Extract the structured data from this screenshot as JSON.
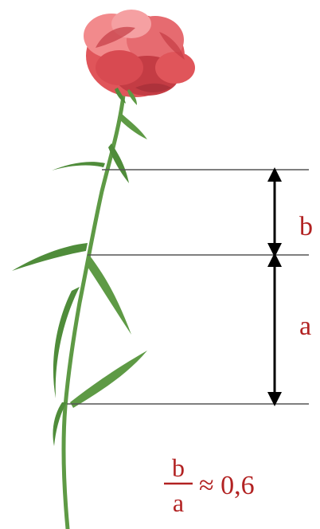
{
  "labels": {
    "b": "b",
    "a": "a"
  },
  "formula": {
    "numerator": "b",
    "denominator": "a",
    "approx_value": "≈ 0,6"
  },
  "colors": {
    "label_red": "#b22222",
    "guide_line": "#555555",
    "arrow": "#000000",
    "stem_green": "#5e9a45",
    "leaf_green": "#4f8c3a",
    "petal_red": "#e0555a",
    "petal_dark": "#c43c44",
    "petal_light": "#f28a8c"
  }
}
